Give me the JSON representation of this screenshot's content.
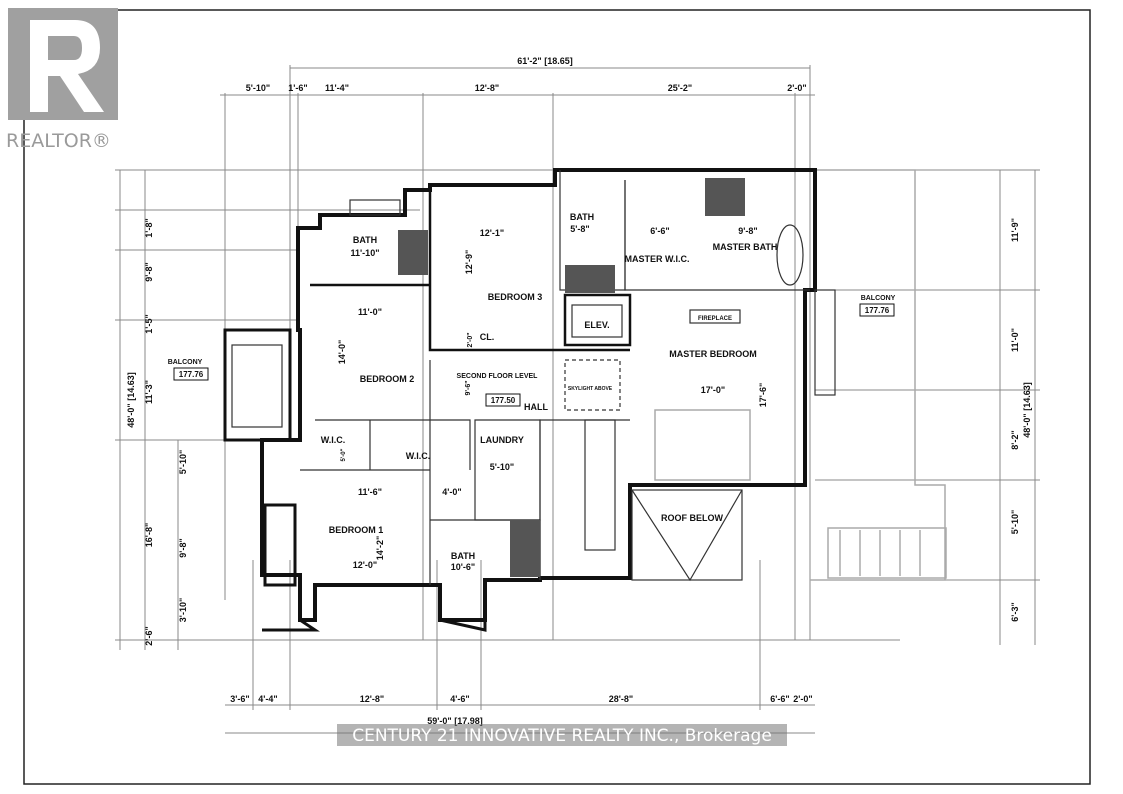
{
  "logo": {
    "text": "REALTOR®"
  },
  "watermark": "CENTURY 21 INNOVATIVE REALTY INC., Brokerage",
  "dimensions": {
    "top_total": "61'-2\" [18.65]",
    "top_segments": [
      "5'-10\"",
      "1'-6\"",
      "11'-4\"",
      "12'-8\"",
      "25'-2\"",
      "2'-0\""
    ],
    "bottom_total": "59'-0\" [17.98]",
    "bottom_segments": [
      "3'-6\"",
      "4'-4\"",
      "12'-8\"",
      "4'-6\"",
      "28'-8\"",
      "6'-6\"",
      "2'-0\""
    ],
    "left_total": "48'-0\" [14.63]",
    "right_total": "48'-0\" [14.63]",
    "left_segments": [
      "1'-8\"",
      "9'-8\"",
      "1'-5\"",
      "11'-3\"",
      "16'-8\"",
      "2'-6\""
    ],
    "left_inner_segments": [
      "5'-10\"",
      "9'-8\"",
      "3'-10\""
    ],
    "right_segments": [
      "11'-9\"",
      "11'-0\"",
      "8'-2\"",
      "5'-10\"",
      "6'-3\""
    ]
  },
  "rooms": {
    "bath_top_left": {
      "name": "BATH",
      "size": "11'-10\""
    },
    "bedroom3": {
      "name": "BEDROOM 3",
      "w": "12'-1\"",
      "h": "12'-9\""
    },
    "bath_top": {
      "name": "BATH",
      "size": "5'-8\""
    },
    "master_wic": {
      "name": "MASTER W.I.C.",
      "size": "6'-6\""
    },
    "master_bath": {
      "name": "MASTER BATH",
      "size": "9'-8\""
    },
    "elevator": {
      "name": "ELEV."
    },
    "fireplace": {
      "name": "FIREPLACE"
    },
    "master_bedroom": {
      "name": "MASTER BEDROOM",
      "w": "17'-0\"",
      "h": "17'-6\""
    },
    "balcony_right": {
      "name": "BALCONY",
      "level": "177.76"
    },
    "balcony_left": {
      "name": "BALCONY",
      "level": "177.76"
    },
    "bedroom2": {
      "name": "BEDROOM 2",
      "w": "11'-0\"",
      "h": "14'-0\""
    },
    "closet": {
      "name": "CL.",
      "size": "2'-0\""
    },
    "hall": {
      "name": "SECOND FLOOR LEVEL",
      "level": "177.50",
      "label": "HALL",
      "size": "9'-6\""
    },
    "skylight": {
      "name": "SKYLIGHT ABOVE"
    },
    "wic_left": {
      "name": "W.I.C.",
      "size": "5'-0\""
    },
    "wic_mid": {
      "name": "W.I.C."
    },
    "laundry": {
      "name": "LAUNDRY",
      "size": "5'-10\""
    },
    "bedroom1": {
      "name": "BEDROOM 1",
      "w": "12'-0\"",
      "h": "14'-2\"",
      "top_w": "11'-6\"",
      "top_w2": "4'-0\""
    },
    "bath_bottom": {
      "name": "BATH",
      "size": "10'-6\""
    },
    "roof_below": {
      "name": "ROOF BELOW"
    }
  }
}
